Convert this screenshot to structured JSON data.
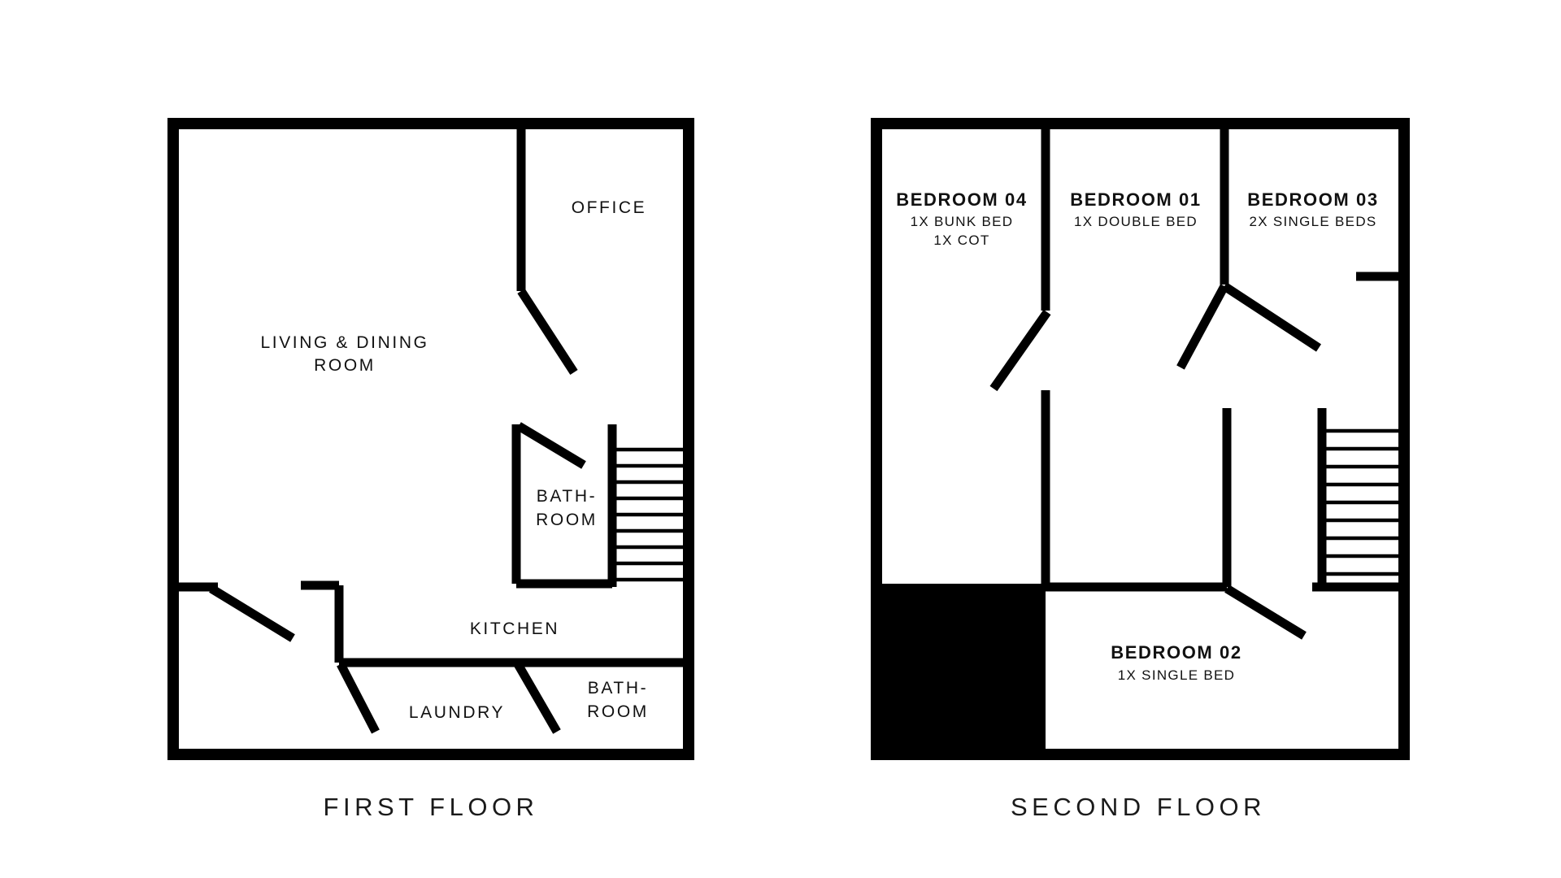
{
  "document": {
    "type": "floor-plan",
    "background_color": "#ffffff",
    "line_color": "#000000"
  },
  "floors": [
    {
      "id": "first-floor",
      "caption": "FIRST FLOOR",
      "rooms": [
        {
          "id": "living-dining",
          "name": "LIVING & DINING",
          "name_line2": "ROOM"
        },
        {
          "id": "office",
          "name": "OFFICE"
        },
        {
          "id": "bathroom-upper",
          "name": "BATH-",
          "name_line2": "ROOM"
        },
        {
          "id": "kitchen",
          "name": "KITCHEN"
        },
        {
          "id": "laundry",
          "name": "LAUNDRY"
        },
        {
          "id": "bathroom-lower",
          "name": "BATH-",
          "name_line2": "ROOM"
        }
      ],
      "features": [
        {
          "id": "staircase",
          "name": "staircase",
          "treads": 9
        }
      ]
    },
    {
      "id": "second-floor",
      "caption": "SECOND FLOOR",
      "rooms": [
        {
          "id": "bedroom-04",
          "name": "BEDROOM 04",
          "detail_1": "1X BUNK BED",
          "detail_2": "1X COT"
        },
        {
          "id": "bedroom-01",
          "name": "BEDROOM 01",
          "detail_1": "1X DOUBLE BED"
        },
        {
          "id": "bedroom-03",
          "name": "BEDROOM 03",
          "detail_1": "2X SINGLE BEDS"
        },
        {
          "id": "bedroom-02",
          "name": "BEDROOM 02",
          "detail_1": "1X SINGLE BED"
        }
      ],
      "features": [
        {
          "id": "staircase",
          "name": "staircase",
          "treads": 9
        },
        {
          "id": "void-block",
          "name": "filled-void-area"
        }
      ]
    }
  ]
}
